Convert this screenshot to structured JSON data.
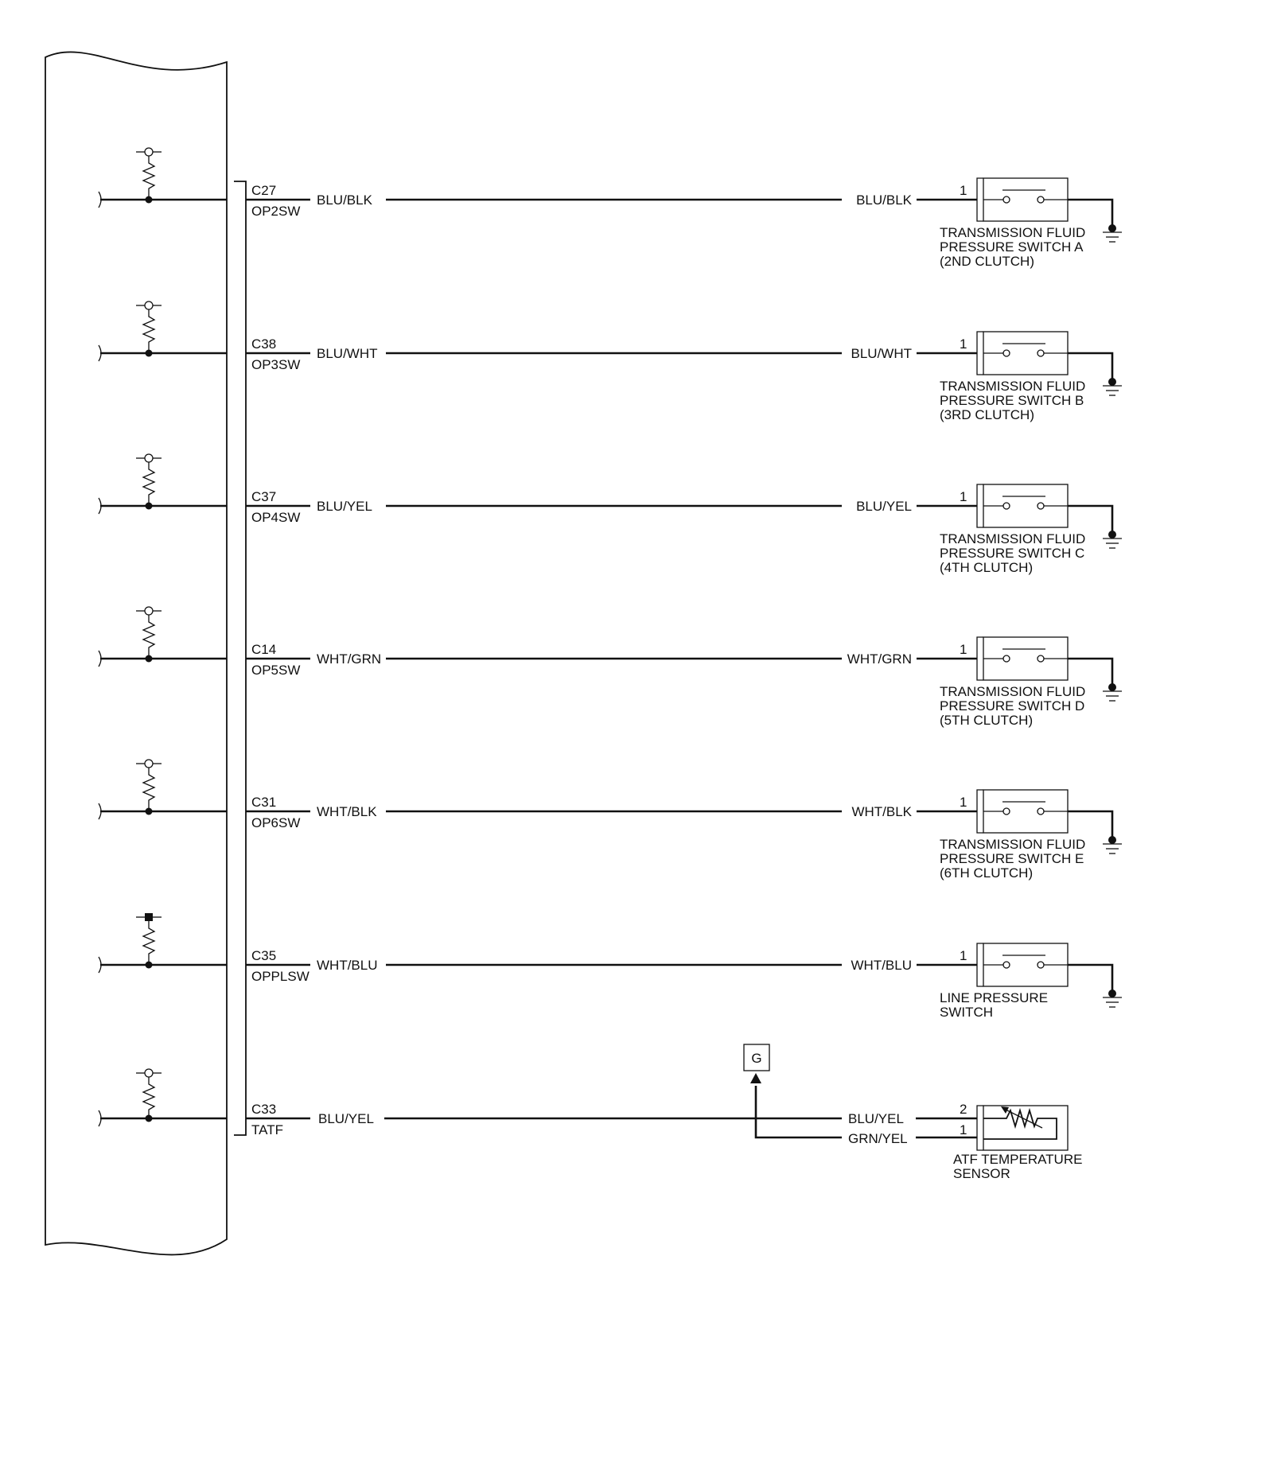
{
  "circuits": [
    {
      "pin": "C27",
      "signal": "OP2SW",
      "wire_left": "BLU/BLK",
      "wire_right": "BLU/BLK",
      "component_pin": "1",
      "component_lines": [
        "TRANSMISSION FLUID",
        "PRESSURE SWITCH A",
        "(2ND CLUTCH)"
      ],
      "pullup": "open"
    },
    {
      "pin": "C38",
      "signal": "OP3SW",
      "wire_left": "BLU/WHT",
      "wire_right": "BLU/WHT",
      "component_pin": "1",
      "component_lines": [
        "TRANSMISSION FLUID",
        "PRESSURE SWITCH B",
        "(3RD CLUTCH)"
      ],
      "pullup": "open"
    },
    {
      "pin": "C37",
      "signal": "OP4SW",
      "wire_left": "BLU/YEL",
      "wire_right": "BLU/YEL",
      "component_pin": "1",
      "component_lines": [
        "TRANSMISSION FLUID",
        "PRESSURE SWITCH C",
        "(4TH CLUTCH)"
      ],
      "pullup": "open"
    },
    {
      "pin": "C14",
      "signal": "OP5SW",
      "wire_left": "WHT/GRN",
      "wire_right": "WHT/GRN",
      "component_pin": "1",
      "component_lines": [
        "TRANSMISSION FLUID",
        "PRESSURE SWITCH D",
        "(5TH CLUTCH)"
      ],
      "pullup": "open"
    },
    {
      "pin": "C31",
      "signal": "OP6SW",
      "wire_left": "WHT/BLK",
      "wire_right": "WHT/BLK",
      "component_pin": "1",
      "component_lines": [
        "TRANSMISSION FLUID",
        "PRESSURE SWITCH E",
        "(6TH CLUTCH)"
      ],
      "pullup": "open"
    },
    {
      "pin": "C35",
      "signal": "OPPLSW",
      "wire_left": "WHT/BLU",
      "wire_right": "WHT/BLU",
      "component_pin": "1",
      "component_lines": [
        "LINE PRESSURE",
        "SWITCH"
      ],
      "pullup": "filled"
    }
  ],
  "sensor": {
    "pin": "C33",
    "signal": "TATF",
    "wire_left": "BLU/YEL",
    "wire_signal": "BLU/YEL",
    "wire_ground": "GRN/YEL",
    "pin_signal": "2",
    "pin_ground": "1",
    "ground_ref": "G",
    "component_lines": [
      "ATF TEMPERATURE",
      "SENSOR"
    ]
  }
}
